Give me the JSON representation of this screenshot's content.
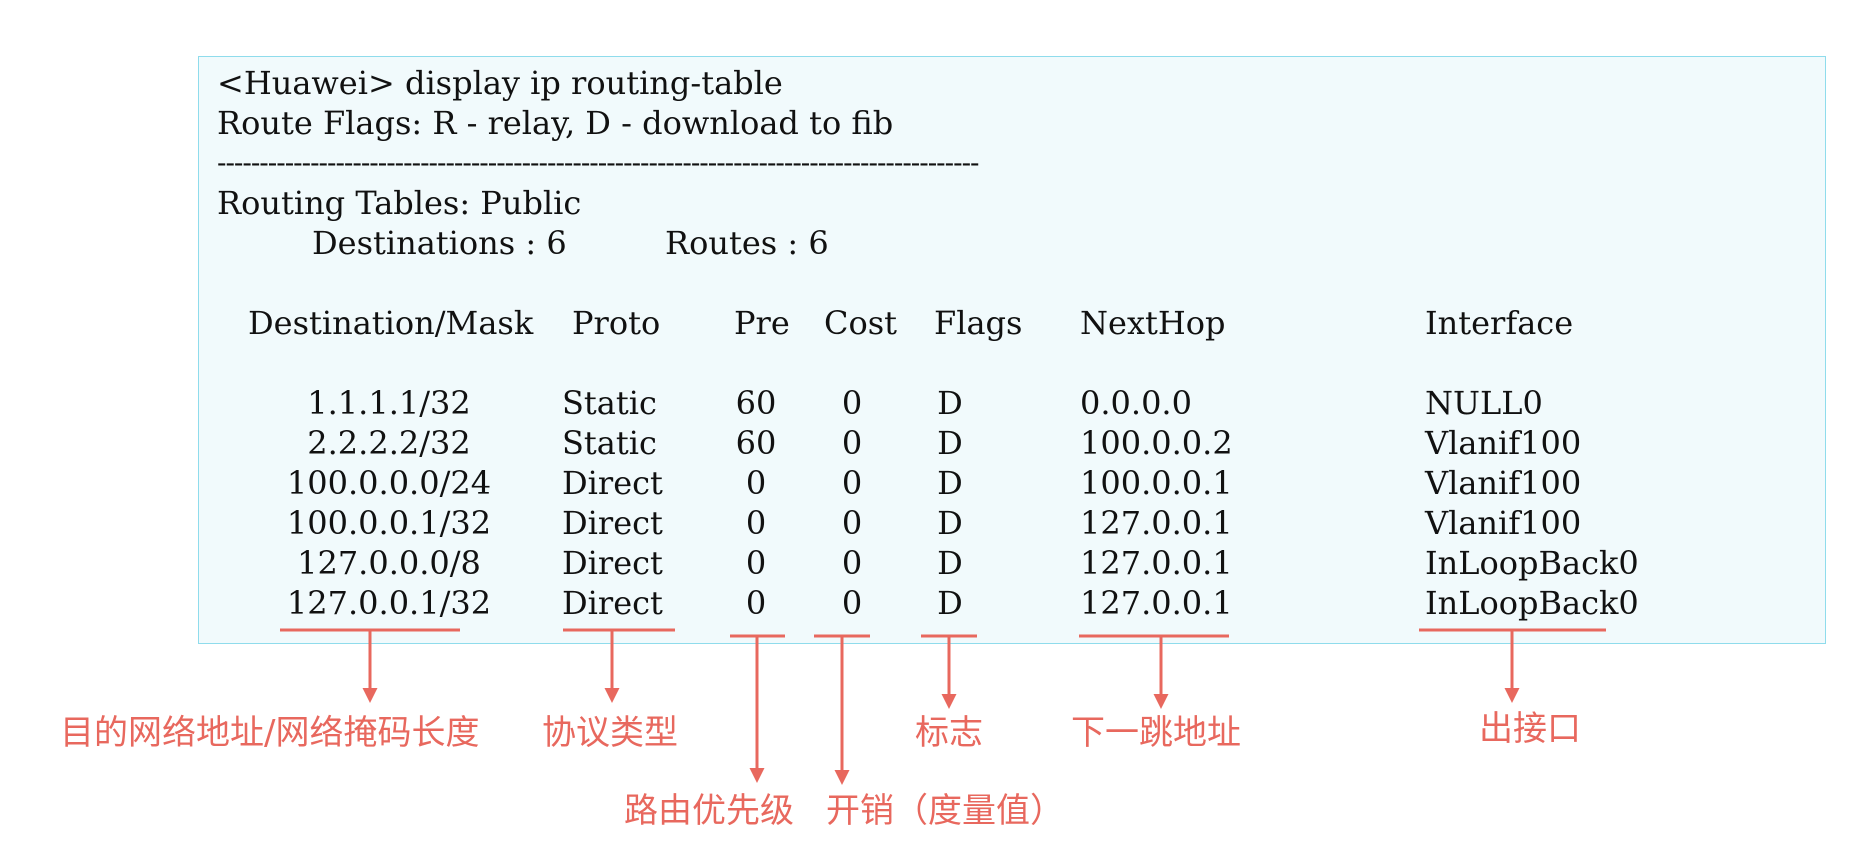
{
  "terminal": {
    "command": "<Huawei> display ip routing-table",
    "flags_legend": "Route Flags: R - relay, D - download to fib",
    "separator": "------------------------------------------------------------------------------------------",
    "tables": "Routing Tables: Public",
    "destinations": "Destinations : 6",
    "routes": "Routes : 6",
    "headers": {
      "destination": "Destination/Mask",
      "proto": "Proto",
      "pre": "Pre",
      "cost": "Cost",
      "flags": "Flags",
      "nexthop": "NextHop",
      "interface": "Interface"
    },
    "rows": [
      {
        "destination": "1.1.1.1/32",
        "proto": "Static",
        "pre": "60",
        "cost": "0",
        "flags": "D",
        "nexthop": "0.0.0.0",
        "interface": "NULL0"
      },
      {
        "destination": "2.2.2.2/32",
        "proto": "Static",
        "pre": "60",
        "cost": "0",
        "flags": "D",
        "nexthop": "100.0.0.2",
        "interface": "Vlanif100"
      },
      {
        "destination": "100.0.0.0/24",
        "proto": "Direct",
        "pre": "0",
        "cost": "0",
        "flags": "D",
        "nexthop": "100.0.0.1",
        "interface": "Vlanif100"
      },
      {
        "destination": "100.0.0.1/32",
        "proto": "Direct",
        "pre": "0",
        "cost": "0",
        "flags": "D",
        "nexthop": "127.0.0.1",
        "interface": "Vlanif100"
      },
      {
        "destination": "127.0.0.0/8",
        "proto": "Direct",
        "pre": "0",
        "cost": "0",
        "flags": "D",
        "nexthop": "127.0.0.1",
        "interface": "InLoopBack0"
      },
      {
        "destination": "127.0.0.1/32",
        "proto": "Direct",
        "pre": "0",
        "cost": "0",
        "flags": "D",
        "nexthop": "127.0.0.1",
        "interface": "InLoopBack0"
      }
    ]
  },
  "annotations": {
    "destination": "目的网络地址/网络掩码长度",
    "proto": "协议类型",
    "pre": "路由优先级",
    "cost": "开销（度量值）",
    "flags": "标志",
    "nexthop": "下一跳地址",
    "interface": "出接口"
  },
  "colors": {
    "annotation": "#e8685e",
    "terminal_bg": "#f1fafc",
    "terminal_border": "#8fdcec",
    "text": "#111111"
  }
}
